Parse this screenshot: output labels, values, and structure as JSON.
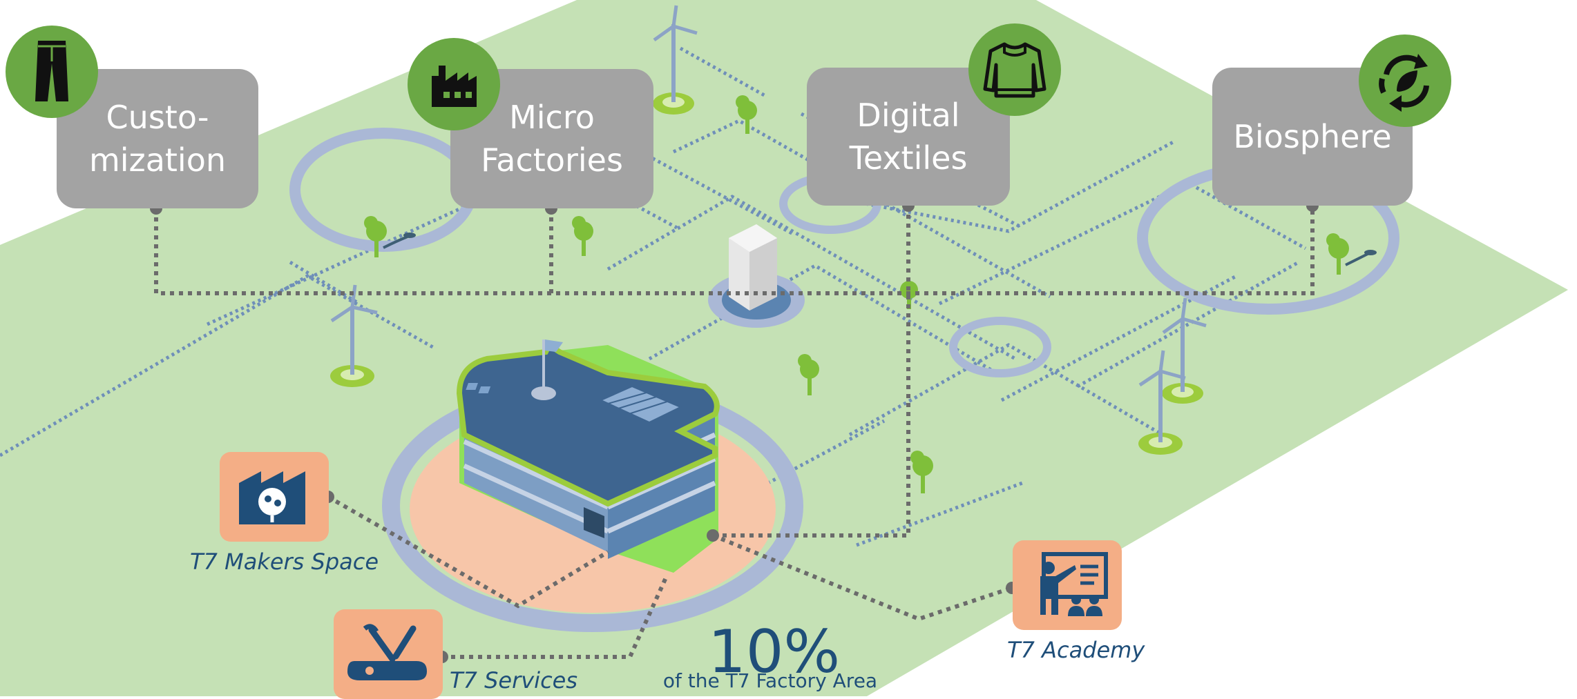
{
  "boxes": {
    "customization": {
      "label": "Custo-\nmization",
      "icon": "trousers-icon"
    },
    "micro_factories": {
      "label": "Micro\nFactories",
      "icon": "factory-icon"
    },
    "digital_textiles": {
      "label": "Digital\nTextiles",
      "icon": "sweater-icon"
    },
    "biosphere": {
      "label": "Biosphere",
      "icon": "recycle-leaf-icon"
    }
  },
  "tiles": {
    "makers_space": {
      "caption": "T7 Makers Space",
      "icon": "factory-brain-icon"
    },
    "services": {
      "caption": "T7 Services",
      "icon": "tools-icon"
    },
    "academy": {
      "caption": "T7 Academy",
      "icon": "teacher-icon"
    }
  },
  "stat": {
    "value": "10%",
    "caption": "of the T7 Factory Area"
  },
  "colors": {
    "ground": "#c5e1b5",
    "box": "#a3a3a3",
    "badge": "#6aa844",
    "tile": "#f4ae86",
    "text_blue": "#1f4e79",
    "ring": "#aab8d6",
    "building": "#3e6590",
    "connector": "#6b6b6b"
  }
}
